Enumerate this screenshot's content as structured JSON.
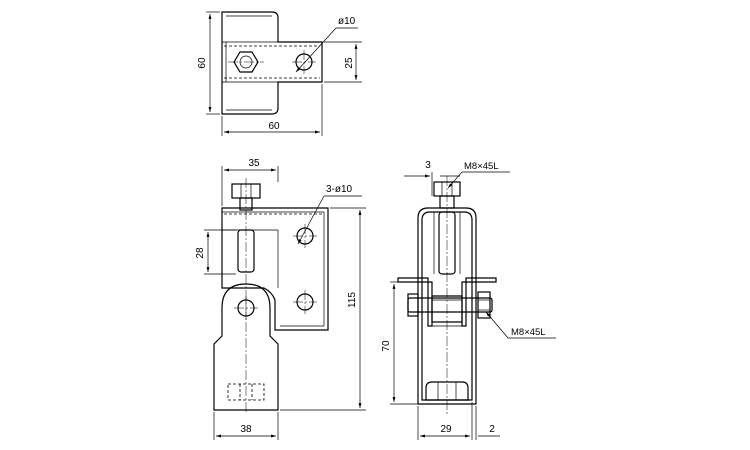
{
  "top_view": {
    "dims": {
      "diameter": "ø10",
      "height": "60",
      "width": "60",
      "depth": "25"
    }
  },
  "front_view": {
    "dims": {
      "top_width": "35",
      "holes": "3-ø10",
      "slot_height": "28",
      "total_height": "115",
      "bottom_width": "38"
    }
  },
  "side_view": {
    "dims": {
      "top_gap": "3",
      "bolt_top": "M8×45L",
      "bolt_side": "M8×45L",
      "height": "70",
      "width": "29",
      "thickness": "2"
    }
  }
}
